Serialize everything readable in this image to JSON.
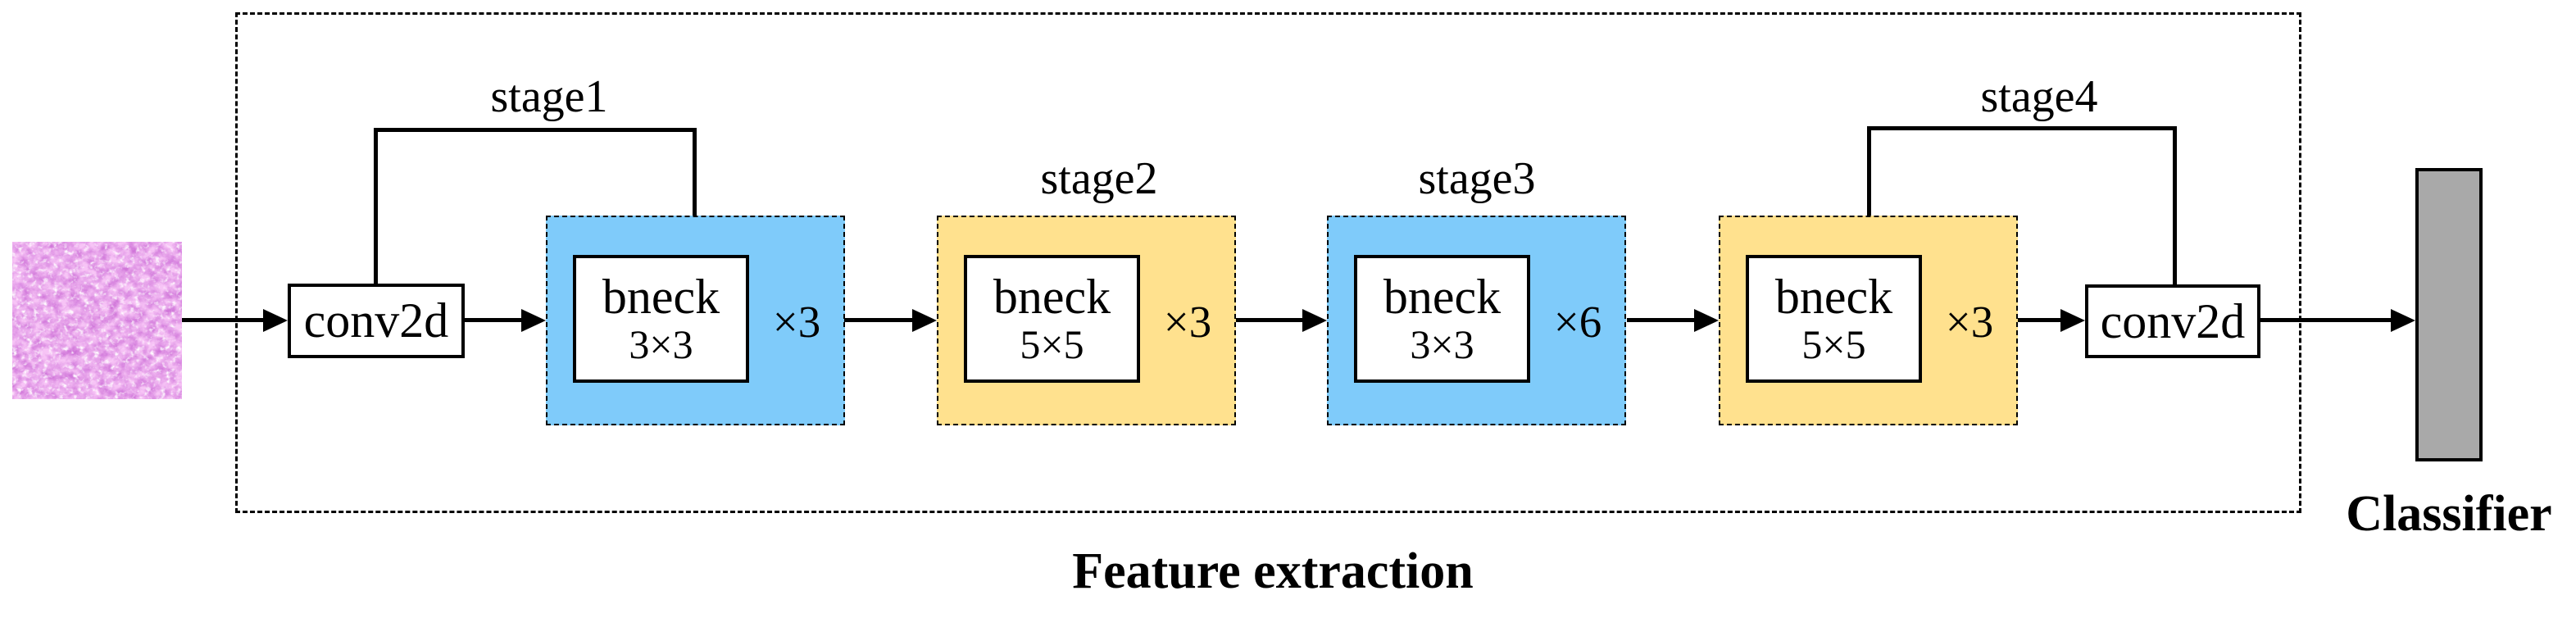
{
  "figure": {
    "region_label": "Feature extraction",
    "input_image": {
      "description": "histopathology tissue patch"
    },
    "conv_in": {
      "label": "conv2d"
    },
    "conv_out": {
      "label": "conv2d"
    },
    "stages": [
      {
        "label": "stage1",
        "block": "bneck",
        "kernel": "3×3",
        "repeat": "×3",
        "fill": "#7FCBFA"
      },
      {
        "label": "stage2",
        "block": "bneck",
        "kernel": "5×5",
        "repeat": "×3",
        "fill": "#FFE18E"
      },
      {
        "label": "stage3",
        "block": "bneck",
        "kernel": "3×3",
        "repeat": "×6",
        "fill": "#7FCBFA"
      },
      {
        "label": "stage4",
        "block": "bneck",
        "kernel": "5×5",
        "repeat": "×3",
        "fill": "#FFE18E"
      }
    ],
    "classifier": {
      "label": "Classifier",
      "fill": "#A9A9A9"
    },
    "colors": {
      "stage_blue": "#7FCBFA",
      "stage_yellow": "#FFE18E",
      "classifier_gray": "#A9A9A9",
      "line_black": "#000000",
      "background": "#FFFFFF"
    }
  }
}
